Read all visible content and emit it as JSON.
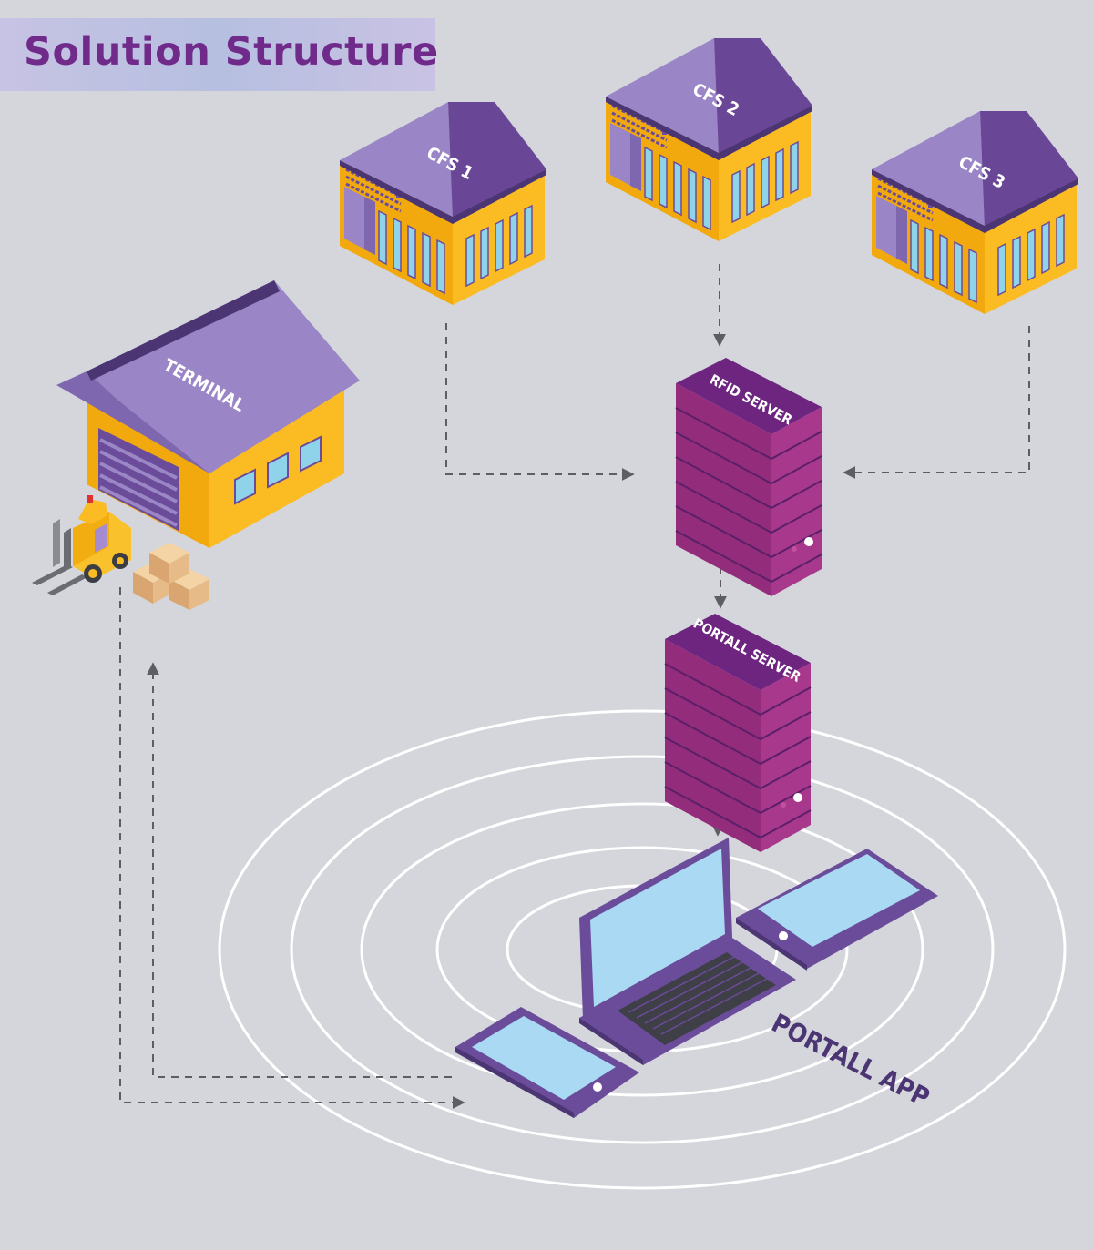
{
  "title": "Solution Structure",
  "nodes": {
    "terminal": "TERMINAL",
    "cfs1": "CFS 1",
    "cfs2": "CFS 2",
    "cfs3": "CFS 3",
    "rfid_server": "RFID SERVER",
    "portall_server": "PORTALL SERVER",
    "portall_app": "PORTALL APP"
  },
  "colors": {
    "background": "#d4d6db",
    "roof": "#694796",
    "roof_light": "#9a86c6",
    "wall": "#fbbc23",
    "server": "#9f3584",
    "title_text": "#6f2a8a",
    "arrow": "#5d5d63"
  }
}
